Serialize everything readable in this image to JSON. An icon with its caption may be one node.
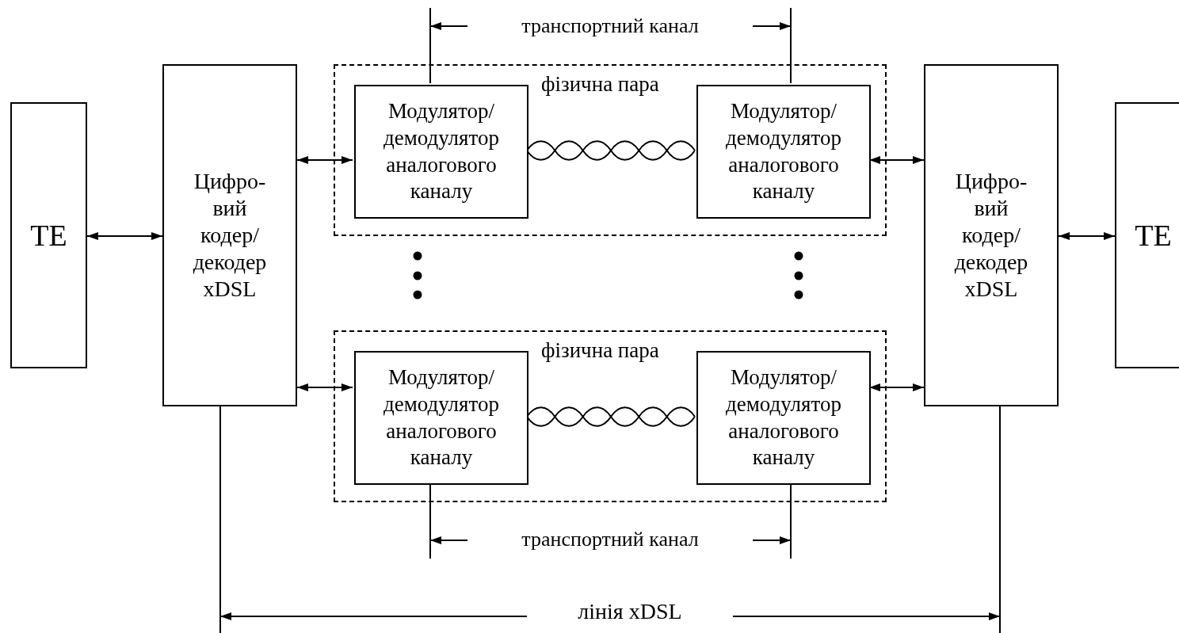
{
  "diagram": {
    "nodes": [
      {
        "text": [
          "TE"
        ]
      },
      {
        "text": [
          "Цифро- вий кодер/ декодер xDSL"
        ]
      },
      {
        "text": [
          "фізична пара"
        ]
      },
      {
        "text": [
          "Модулятор/ демодулятор аналогового каналу"
        ],
        "in": 2
      },
      {
        "text": [
          "Модулятор/ демодулятор аналогового каналу"
        ],
        "in": 2
      },
      {
        "text": [
          "фізична пара"
        ]
      },
      {
        "text": [
          "Модулятор/ демодулятор аналогового каналу"
        ],
        "in": 5
      },
      {
        "text": [
          "Модулятор/ демодулятор аналогового каналу"
        ],
        "in": 5
      },
      {
        "text": [
          "Цифро- вий кодер/ декодер xDSL"
        ]
      },
      {
        "text": [
          "TE"
        ]
      }
    ],
    "edges": [
      {
        "from": 0,
        "to": 1,
        "arrow": "both"
      },
      {
        "from": 1,
        "to": 3,
        "arrow": "both"
      },
      {
        "from": 3,
        "to": 4,
        "arrow": "none"
      },
      {
        "from": 4,
        "to": 8,
        "arrow": "both"
      },
      {
        "from": 1,
        "to": 6,
        "arrow": "both"
      },
      {
        "from": 6,
        "to": 7,
        "arrow": "none"
      },
      {
        "from": 7,
        "to": 8,
        "arrow": "both"
      },
      {
        "from": 8,
        "to": 9,
        "arrow": "both"
      }
    ],
    "labels": [
      "транспортний канал",
      "транспортний канал",
      "лінія xDSL"
    ]
  }
}
